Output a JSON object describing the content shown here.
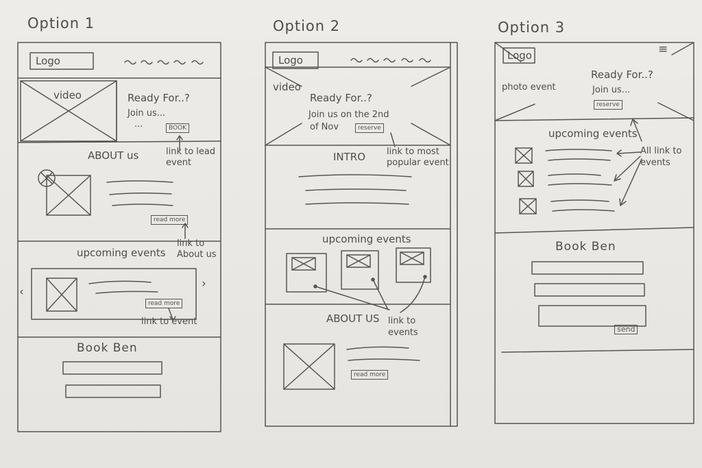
{
  "wireframes": [
    {
      "title": "Option 1",
      "logo": "Logo",
      "nav_marks": "~ ~ ~ ~ ~",
      "video_label": "video",
      "hero": {
        "headline": "Ready For..?",
        "line1": "Join us...",
        "line2": "...",
        "button": "BOOK"
      },
      "about_heading": "ABOUT us",
      "read_more_1": "read more",
      "upcoming_heading": "upcoming events",
      "carousel_prev": "‹",
      "carousel_next": "›",
      "read_more_2": "read more",
      "book_heading": "Book Ben",
      "annotations": [
        "link to lead event",
        "link to About us",
        "link to event"
      ]
    },
    {
      "title": "Option 2",
      "logo": "Logo",
      "nav_marks": "~ ~ ~ ~ ~",
      "video_label": "video",
      "hero": {
        "headline": "Ready For..?",
        "line1": "Join us on the 2nd",
        "line2": "of Nov",
        "button": "reserve"
      },
      "intro_heading": "INTRO",
      "upcoming_heading": "upcoming events",
      "about_heading": "ABOUT US",
      "read_more": "read more",
      "annotations": [
        "link to most popular event",
        "link to events"
      ]
    },
    {
      "title": "Option 3",
      "logo": "Logo",
      "menu_icon": "≡",
      "photo_label": "photo event",
      "hero": {
        "headline": "Ready For..?",
        "line1": "Join us...",
        "button": "reserve"
      },
      "upcoming_heading": "upcoming events",
      "book_heading": "Book Ben",
      "send_button": "send",
      "annotations": [
        "All link to events"
      ]
    }
  ]
}
